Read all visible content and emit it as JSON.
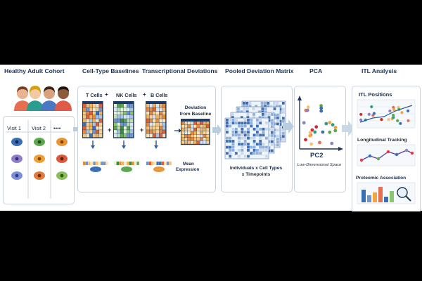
{
  "headers": {
    "cohort": "Healthy Adult Cohort",
    "baselines": "Cell-Type Baselines",
    "deviations": "Transcriptional Deviations",
    "pooled": "Pooled Deviation Matrix",
    "pca": "PCA",
    "itl": "ITL Analysis"
  },
  "cohort": {
    "visits": [
      "Visit 1",
      "Visit 2",
      "••••"
    ]
  },
  "baselines": {
    "t_cells": "T Cells",
    "nk_cells": "NK Cells",
    "b_cells": "B Cells",
    "plus": "+",
    "deviation_line1": "Deviation",
    "deviation_line2": "from Baseline",
    "mean_line1": "Mean",
    "mean_line2": "Expression"
  },
  "pooled": {
    "line1": "Individuals x Cell Types",
    "line2": "x Timepoints"
  },
  "pca": {
    "axis": "PC2",
    "caption": "Low-Dimensional Space"
  },
  "itl": {
    "positions": "ITL Positions",
    "tracking": "Longitudinal Tracking",
    "proteomic": "Proteomic Association"
  },
  "colors": {
    "header": "#1d3557",
    "panel_border": "#c9d3de",
    "arrow": "#b9cde0",
    "heat_blue": "#3f6fb0",
    "heat_orange": "#e9883a"
  }
}
